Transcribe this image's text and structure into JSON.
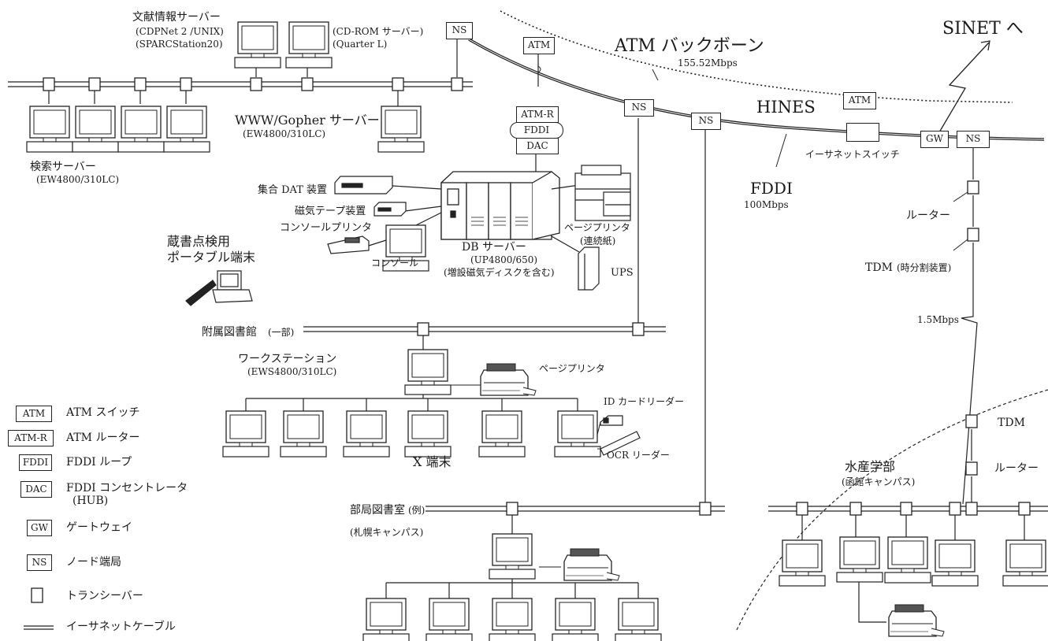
{
  "labels": {
    "docserver_title": "文献情報サーバー",
    "docserver_os": "(CDPNet 2 /UNIX)",
    "docserver_model": "(SPARCStation20)",
    "cdrom_title": "(CD-ROM サーバー)",
    "cdrom_model": "(Quarter L)",
    "search_server": "検索サーバー",
    "search_server_model": "(EW4800/310LC)",
    "www_server": "WWW/Gopher サーバー",
    "www_server_model": "(EW4800/310LC)",
    "dat_device": "集合 DAT 装置",
    "tape_device": "磁気テープ装置",
    "console_printer": "コンソールプリンタ",
    "console": "コンソール",
    "db_server": "DB サーバー",
    "db_server_model": "(UP4800/650)",
    "db_server_note": "(増設磁気ディスクを含む)",
    "page_printer_cont": "ページプリンタ",
    "page_printer_cont_note": "(連続紙)",
    "ups": "UPS",
    "portable_line1": "蔵書点検用",
    "portable_line2": "ポータブル端末",
    "atm_backbone": "ATM バックボーン",
    "atm_speed": "155.52Mbps",
    "sinet": "SINET へ",
    "hines": "HINES",
    "fddi": "FDDI",
    "fddi_speed": "100Mbps",
    "ether_switch": "イーサネットスイッチ",
    "router1": "ルーター",
    "tdm1": "TDM",
    "tdm1_note": "(時分割装置)",
    "speed_15": "1.5Mbps",
    "tdm2": "TDM",
    "router2": "ルーター",
    "fisheries": "水産学部",
    "fisheries_campus": "(函館キャンパス)",
    "annex_library": "附属図書館",
    "annex_library_note": "(一部)",
    "workstation": "ワークステーション",
    "workstation_model": "(EWS4800/310LC)",
    "page_printer": "ページプリンタ",
    "id_reader": "ID カードリーダー",
    "ocr_reader": "OCR リーダー",
    "x_terminal": "X 端末",
    "dept_library": "部局図書室",
    "dept_library_note": "(例)",
    "sapporo": "(札幌キャンパス)"
  },
  "boxes": {
    "ns": "NS",
    "atm": "ATM",
    "atm_r": "ATM-R",
    "fddi": "FDDI",
    "dac": "DAC",
    "gw": "GW"
  },
  "legend": [
    {
      "key": "ATM",
      "text": "ATM スイッチ"
    },
    {
      "key": "ATM-R",
      "text": "ATM ルーター"
    },
    {
      "key": "FDDI",
      "text": "FDDI ループ"
    },
    {
      "key": "DAC",
      "text": "FDDI コンセントレータ",
      "text2": "(HUB)"
    },
    {
      "key": "GW",
      "text": "ゲートウェイ"
    },
    {
      "key": "NS",
      "text": "ノード端局"
    },
    {
      "key": "",
      "text": "トランシーバー"
    },
    {
      "key": "",
      "text": "イーサネットケーブル"
    }
  ]
}
